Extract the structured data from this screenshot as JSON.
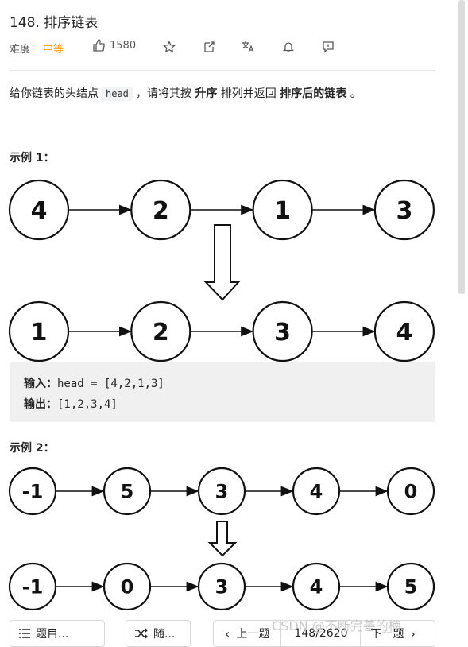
{
  "problem": {
    "title": "148. 排序链表",
    "difficulty_label": "难度",
    "difficulty": "中等",
    "likes": "1580",
    "icons": [
      "thumb-up-icon",
      "star-icon",
      "share-icon",
      "translate-icon",
      "bell-icon",
      "feedback-icon"
    ]
  },
  "description": {
    "p1": "给你链表的头结点",
    "code_head": "head",
    "p2": "，请将其按",
    "b1": "升序",
    "p3": "排列并返回",
    "b2": "排序后的链表",
    "p4": "。"
  },
  "example1": {
    "label": "示例 1：",
    "before": [
      "4",
      "2",
      "1",
      "3"
    ],
    "after": [
      "1",
      "2",
      "3",
      "4"
    ],
    "input_label": "输入：",
    "input_value": "head = [4,2,1,3]",
    "output_label": "输出：",
    "output_value": "[1,2,3,4]"
  },
  "example2": {
    "label": "示例 2：",
    "before": [
      "-1",
      "5",
      "3",
      "4",
      "0"
    ],
    "after": [
      "-1",
      "0",
      "3",
      "4",
      "5"
    ]
  },
  "bottom": {
    "list_button": "题目...",
    "random_button": "随...",
    "prev_button": "上一题",
    "page_indicator": "148/2620",
    "next_button": "下一题"
  },
  "watermark": "CSDN @不断完善的楠"
}
